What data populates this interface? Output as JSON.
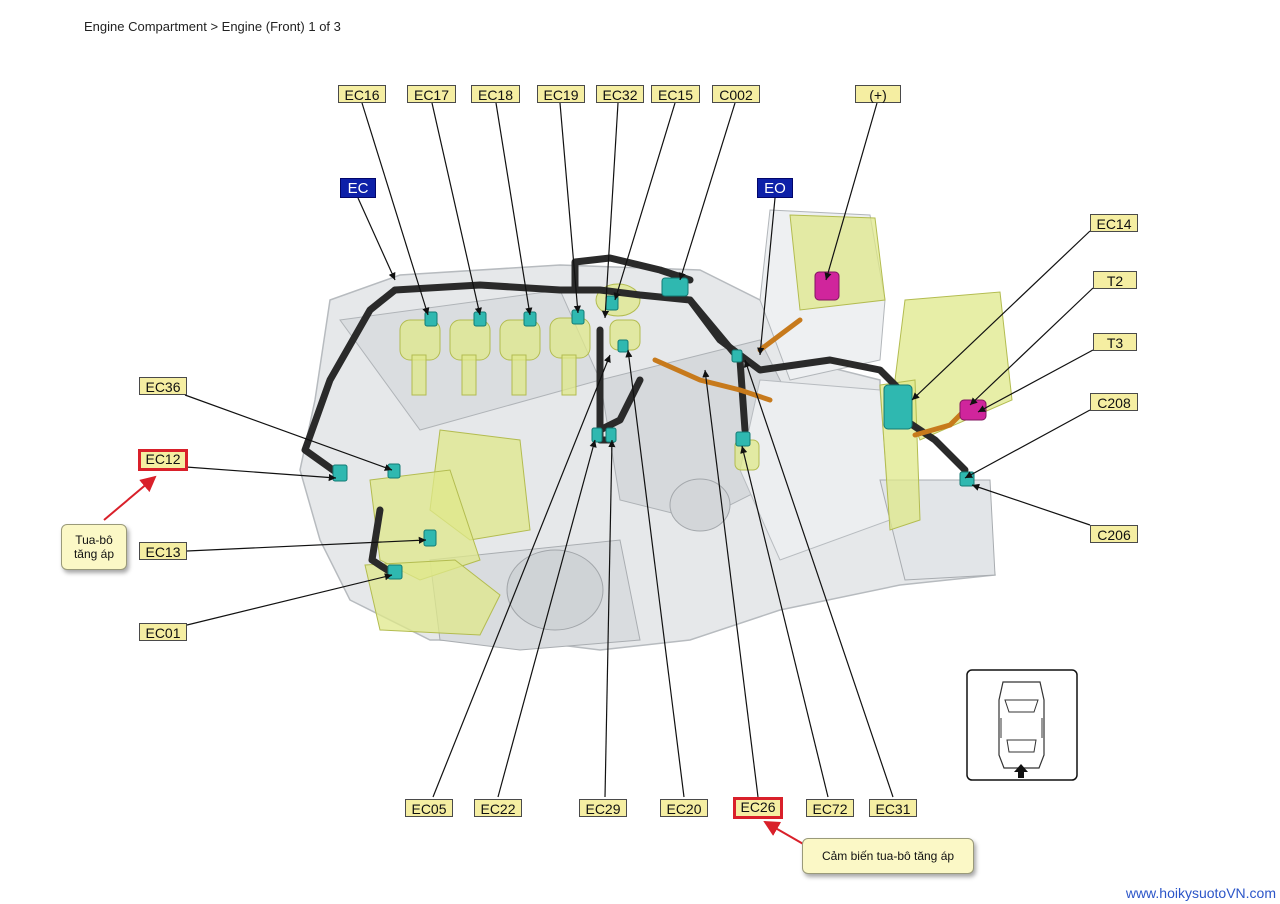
{
  "header": {
    "breadcrumb": "Engine Compartment > Engine (Front)  1 of 3"
  },
  "zones": {
    "ec": "EC",
    "eo": "EO"
  },
  "connectors": {
    "ec16": "EC16",
    "ec17": "EC17",
    "ec18": "EC18",
    "ec19": "EC19",
    "ec32": "EC32",
    "ec15": "EC15",
    "c002": "C002",
    "plus": "(+)",
    "ec14": "EC14",
    "t2": "T2",
    "t3": "T3",
    "c208": "C208",
    "c206": "C206",
    "ec36": "EC36",
    "ec12": "EC12",
    "ec13": "EC13",
    "ec01": "EC01",
    "ec05": "EC05",
    "ec22": "EC22",
    "ec29": "EC29",
    "ec20": "EC20",
    "ec26": "EC26",
    "ec72": "EC72",
    "ec31": "EC31"
  },
  "callouts": {
    "turbo": "Tua-bô tăng áp",
    "turbo_sensor": "Cảm biến tua-bô tăng áp"
  },
  "footer": {
    "watermark": "www.hoikysuotoVN.com"
  },
  "colors": {
    "label_fill": "#f5eea2",
    "zone_fill": "#0d20a8",
    "highlight_border": "#d9202a",
    "connector_teal": "#2fb8b0",
    "connector_magenta": "#d0259c",
    "component_highlight": "#dfe88a",
    "harness": "#2a2a2a",
    "harness_orange": "#c77a1c"
  }
}
